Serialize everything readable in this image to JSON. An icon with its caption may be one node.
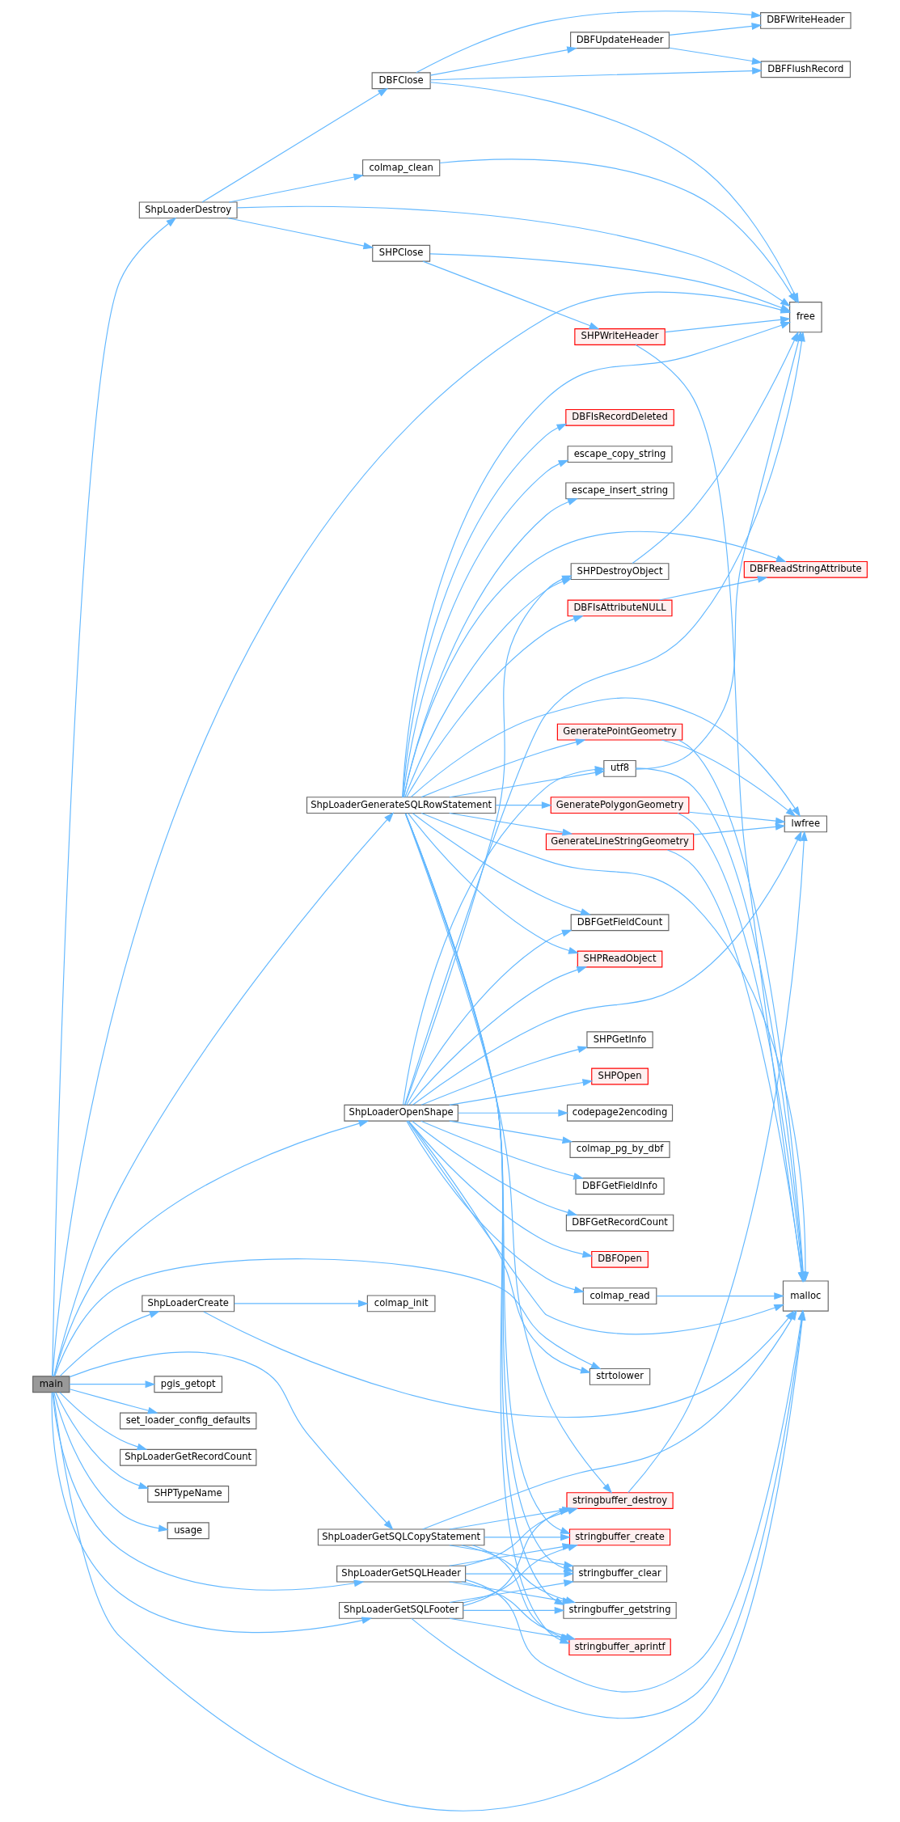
{
  "diagram": {
    "nodes": [
      {
        "text": [
          "main"
        ]
      },
      {
        "text": [
          "ShpLoaderDestroy"
        ]
      },
      {
        "text": [
          "ShpLoaderGenerateSQLRowStatement"
        ]
      },
      {
        "text": [
          "ShpLoaderOpenShape"
        ]
      },
      {
        "text": [
          "ShpLoaderCreate"
        ]
      },
      {
        "text": [
          "ShpLoaderGetSQLCopyStatement"
        ]
      },
      {
        "text": [
          "ShpLoaderGetSQLFooter"
        ]
      },
      {
        "text": [
          "ShpLoaderGetSQLHeader"
        ]
      },
      {
        "text": [
          "pgis_getopt"
        ]
      },
      {
        "text": [
          "set_loader_config_defaults"
        ]
      },
      {
        "text": [
          "ShpLoaderGetRecordCount"
        ]
      },
      {
        "text": [
          "SHPTypeName"
        ]
      },
      {
        "text": [
          "usage"
        ]
      },
      {
        "text": [
          "DBFClose"
        ]
      },
      {
        "text": [
          "colmap_clean"
        ]
      },
      {
        "text": [
          "SHPClose"
        ]
      },
      {
        "text": [
          "colmap_init"
        ]
      },
      {
        "text": [
          "DBFUpdateHeader"
        ]
      },
      {
        "text": [
          "SHPWriteHeader"
        ]
      },
      {
        "text": [
          "DBFIsRecordDeleted"
        ]
      },
      {
        "text": [
          "escape_copy_string"
        ]
      },
      {
        "text": [
          "escape_insert_string"
        ]
      },
      {
        "text": [
          "SHPDestroyObject"
        ]
      },
      {
        "text": [
          "DBFIsAttributeNULL"
        ]
      },
      {
        "text": [
          "GenerateLineStringGeometry"
        ]
      },
      {
        "text": [
          "GeneratePointGeometry"
        ]
      },
      {
        "text": [
          "utf8"
        ]
      },
      {
        "text": [
          "GeneratePolygonGeometry"
        ]
      },
      {
        "text": [
          "DBFGetFieldCount"
        ]
      },
      {
        "text": [
          "SHPReadObject"
        ]
      },
      {
        "text": [
          "SHPGetInfo"
        ]
      },
      {
        "text": [
          "SHPOpen"
        ]
      },
      {
        "text": [
          "codepage2encoding"
        ]
      },
      {
        "text": [
          "colmap_pg_by_dbf"
        ]
      },
      {
        "text": [
          "DBFGetFieldInfo"
        ]
      },
      {
        "text": [
          "DBFGetRecordCount"
        ]
      },
      {
        "text": [
          "DBFOpen"
        ]
      },
      {
        "text": [
          "colmap_read"
        ]
      },
      {
        "text": [
          "strtolower"
        ]
      },
      {
        "text": [
          "stringbuffer_destroy"
        ]
      },
      {
        "text": [
          "stringbuffer_create"
        ]
      },
      {
        "text": [
          "stringbuffer_getstring"
        ]
      },
      {
        "text": [
          "stringbuffer_aprintf"
        ]
      },
      {
        "text": [
          "stringbuffer_clear"
        ]
      },
      {
        "text": [
          "DBFFlushRecord"
        ]
      },
      {
        "text": [
          "DBFWriteHeader"
        ]
      },
      {
        "text": [
          "free"
        ]
      },
      {
        "text": [
          "DBFReadStringAttribute"
        ]
      },
      {
        "text": [
          "lwfree"
        ]
      },
      {
        "text": [
          "malloc"
        ]
      }
    ],
    "edges": [
      {
        "from": 0,
        "to": 1,
        "arrow": "to"
      },
      {
        "from": 0,
        "to": 46,
        "arrow": "to"
      },
      {
        "from": 0,
        "to": 2,
        "arrow": "to"
      },
      {
        "from": 0,
        "to": 3,
        "arrow": "to"
      },
      {
        "from": 0,
        "to": 38,
        "arrow": "to"
      },
      {
        "from": 0,
        "to": 49,
        "arrow": "to"
      },
      {
        "from": 0,
        "to": 4,
        "arrow": "to"
      },
      {
        "from": 0,
        "to": 5,
        "arrow": "to"
      },
      {
        "from": 0,
        "to": 6,
        "arrow": "to"
      },
      {
        "from": 0,
        "to": 7,
        "arrow": "to"
      },
      {
        "from": 0,
        "to": 8,
        "arrow": "to"
      },
      {
        "from": 0,
        "to": 9,
        "arrow": "to"
      },
      {
        "from": 0,
        "to": 10,
        "arrow": "to"
      },
      {
        "from": 0,
        "to": 11,
        "arrow": "to"
      },
      {
        "from": 0,
        "to": 12,
        "arrow": "to"
      },
      {
        "from": 1,
        "to": 13,
        "arrow": "to"
      },
      {
        "from": 1,
        "to": 46,
        "arrow": "to"
      },
      {
        "from": 1,
        "to": 14,
        "arrow": "to"
      },
      {
        "from": 1,
        "to": 15,
        "arrow": "to"
      },
      {
        "from": 13,
        "to": 44,
        "arrow": "to"
      },
      {
        "from": 13,
        "to": 17,
        "arrow": "to"
      },
      {
        "from": 13,
        "to": 45,
        "arrow": "to"
      },
      {
        "from": 13,
        "to": 46,
        "arrow": "to"
      },
      {
        "from": 17,
        "to": 44,
        "arrow": "to"
      },
      {
        "from": 17,
        "to": 45,
        "arrow": "to"
      },
      {
        "from": 14,
        "to": 46,
        "arrow": "to"
      },
      {
        "from": 15,
        "to": 46,
        "arrow": "to"
      },
      {
        "from": 15,
        "to": 18,
        "arrow": "to"
      },
      {
        "from": 18,
        "to": 46,
        "arrow": "to"
      },
      {
        "from": 18,
        "to": 49,
        "arrow": "to"
      },
      {
        "from": 2,
        "to": 19,
        "arrow": "to"
      },
      {
        "from": 2,
        "to": 20,
        "arrow": "to"
      },
      {
        "from": 2,
        "to": 21,
        "arrow": "to"
      },
      {
        "from": 2,
        "to": 22,
        "arrow": "to"
      },
      {
        "from": 2,
        "to": 23,
        "arrow": "to"
      },
      {
        "from": 2,
        "to": 47,
        "arrow": "to"
      },
      {
        "from": 2,
        "to": 46,
        "arrow": "to"
      },
      {
        "from": 2,
        "to": 48,
        "arrow": "to"
      },
      {
        "from": 2,
        "to": 24,
        "arrow": "to"
      },
      {
        "from": 2,
        "to": 25,
        "arrow": "to"
      },
      {
        "from": 2,
        "to": 26,
        "arrow": "to"
      },
      {
        "from": 2,
        "to": 27,
        "arrow": "to"
      },
      {
        "from": 2,
        "to": 28,
        "arrow": "to"
      },
      {
        "from": 2,
        "to": 29,
        "arrow": "to"
      },
      {
        "from": 2,
        "to": 49,
        "arrow": "to"
      },
      {
        "from": 2,
        "to": 39,
        "arrow": "to"
      },
      {
        "from": 2,
        "to": 40,
        "arrow": "to"
      },
      {
        "from": 2,
        "to": 41,
        "arrow": "to"
      },
      {
        "from": 2,
        "to": 42,
        "arrow": "to"
      },
      {
        "from": 2,
        "to": 43,
        "arrow": "to"
      },
      {
        "from": 22,
        "to": 46,
        "arrow": "to"
      },
      {
        "from": 23,
        "to": 47,
        "arrow": "to"
      },
      {
        "from": 24,
        "to": 48,
        "arrow": "to"
      },
      {
        "from": 24,
        "to": 49,
        "arrow": "to"
      },
      {
        "from": 25,
        "to": 48,
        "arrow": "to"
      },
      {
        "from": 25,
        "to": 49,
        "arrow": "to"
      },
      {
        "from": 26,
        "to": 46,
        "arrow": "to"
      },
      {
        "from": 26,
        "to": 49,
        "arrow": "to"
      },
      {
        "from": 27,
        "to": 48,
        "arrow": "to"
      },
      {
        "from": 27,
        "to": 49,
        "arrow": "to"
      },
      {
        "from": 3,
        "to": 22,
        "arrow": "to"
      },
      {
        "from": 3,
        "to": 46,
        "arrow": "to"
      },
      {
        "from": 3,
        "to": 48,
        "arrow": "to"
      },
      {
        "from": 3,
        "to": 26,
        "arrow": "to"
      },
      {
        "from": 3,
        "to": 28,
        "arrow": "to"
      },
      {
        "from": 3,
        "to": 29,
        "arrow": "to"
      },
      {
        "from": 3,
        "to": 30,
        "arrow": "to"
      },
      {
        "from": 3,
        "to": 31,
        "arrow": "to"
      },
      {
        "from": 3,
        "to": 32,
        "arrow": "to"
      },
      {
        "from": 3,
        "to": 33,
        "arrow": "to"
      },
      {
        "from": 3,
        "to": 34,
        "arrow": "to"
      },
      {
        "from": 3,
        "to": 35,
        "arrow": "to"
      },
      {
        "from": 3,
        "to": 36,
        "arrow": "to"
      },
      {
        "from": 3,
        "to": 49,
        "arrow": "to"
      },
      {
        "from": 3,
        "to": 37,
        "arrow": "to"
      },
      {
        "from": 3,
        "to": 38,
        "arrow": "to"
      },
      {
        "from": 37,
        "to": 49,
        "arrow": "to"
      },
      {
        "from": 4,
        "to": 16,
        "arrow": "to"
      },
      {
        "from": 4,
        "to": 49,
        "arrow": "to"
      },
      {
        "from": 5,
        "to": 49,
        "arrow": "to"
      },
      {
        "from": 5,
        "to": 39,
        "arrow": "to"
      },
      {
        "from": 5,
        "to": 40,
        "arrow": "to"
      },
      {
        "from": 5,
        "to": 41,
        "arrow": "to"
      },
      {
        "from": 5,
        "to": 42,
        "arrow": "to"
      },
      {
        "from": 5,
        "to": 43,
        "arrow": "to"
      },
      {
        "from": 6,
        "to": 49,
        "arrow": "to"
      },
      {
        "from": 6,
        "to": 39,
        "arrow": "to"
      },
      {
        "from": 6,
        "to": 40,
        "arrow": "to"
      },
      {
        "from": 6,
        "to": 41,
        "arrow": "to"
      },
      {
        "from": 6,
        "to": 42,
        "arrow": "to"
      },
      {
        "from": 6,
        "to": 43,
        "arrow": "to"
      },
      {
        "from": 7,
        "to": 49,
        "arrow": "to"
      },
      {
        "from": 7,
        "to": 39,
        "arrow": "to"
      },
      {
        "from": 7,
        "to": 40,
        "arrow": "to"
      },
      {
        "from": 7,
        "to": 41,
        "arrow": "to"
      },
      {
        "from": 7,
        "to": 42,
        "arrow": "to"
      },
      {
        "from": 7,
        "to": 43,
        "arrow": "to"
      },
      {
        "from": 39,
        "to": 48,
        "arrow": "to"
      }
    ]
  }
}
